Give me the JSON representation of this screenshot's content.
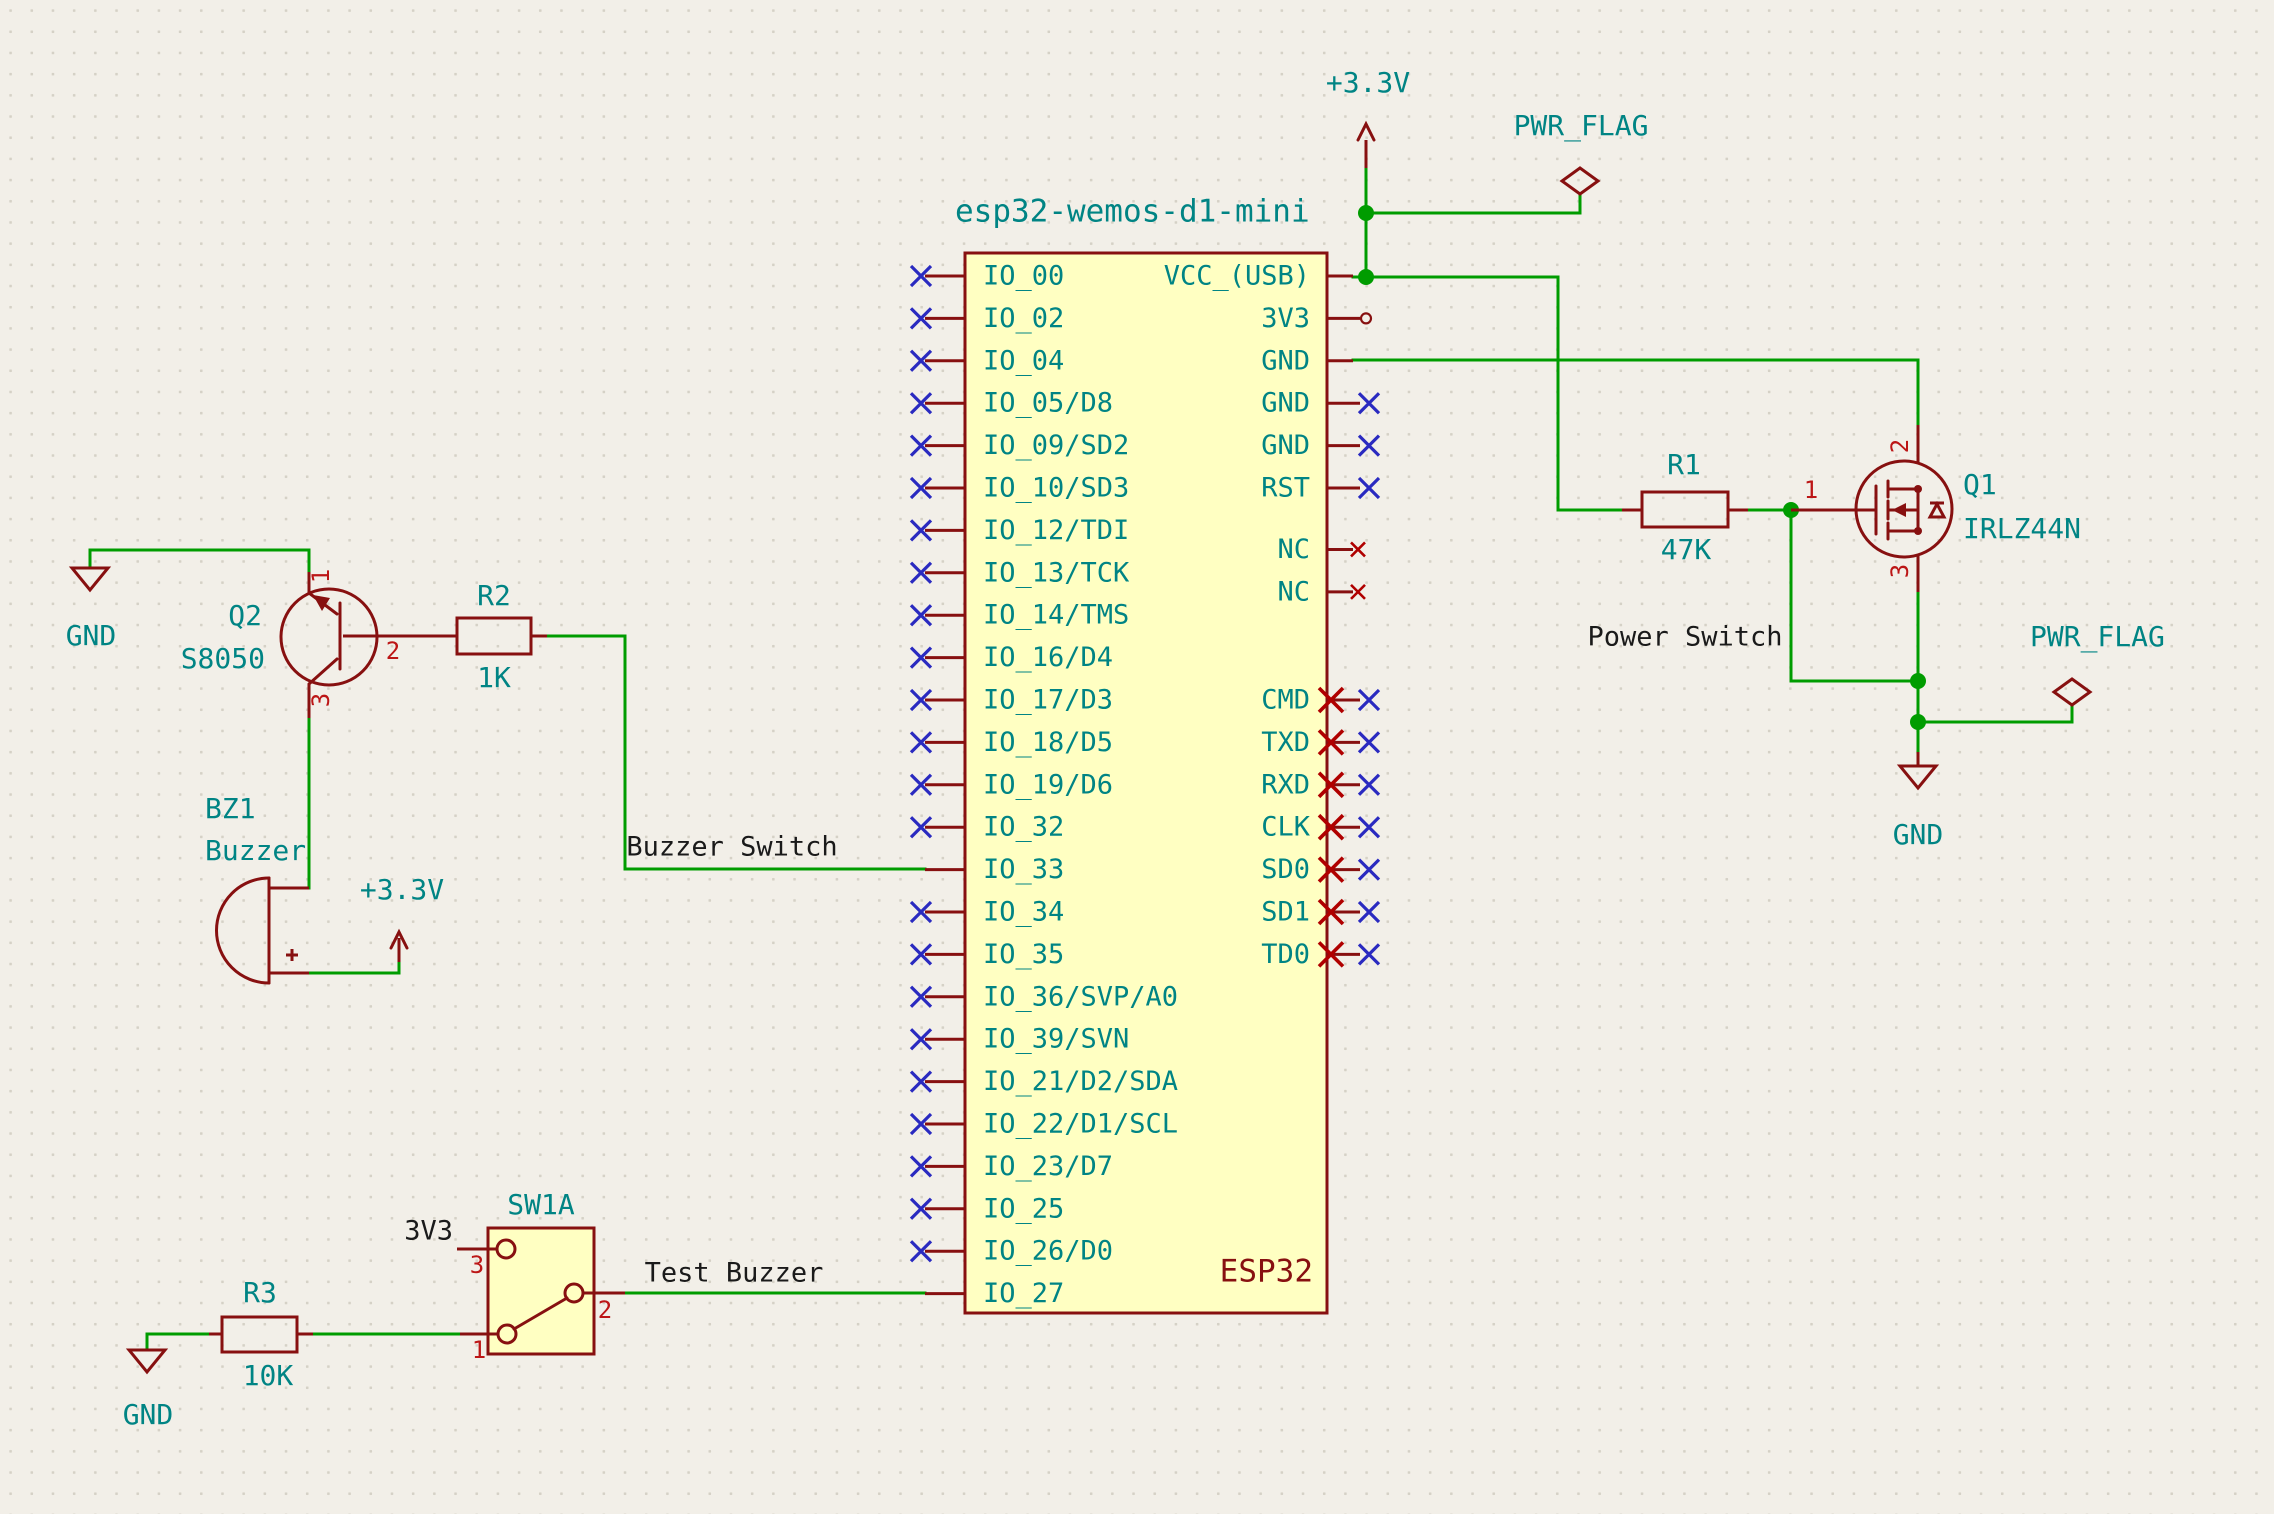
{
  "title": "esp32-wemos-d1-mini",
  "mcu": {
    "value": "ESP32",
    "left_pins": [
      {
        "name": "IO_00",
        "connected": false
      },
      {
        "name": "IO_02",
        "connected": false
      },
      {
        "name": "IO_04",
        "connected": false
      },
      {
        "name": "IO_05/D8",
        "connected": false
      },
      {
        "name": "IO_09/SD2",
        "connected": false
      },
      {
        "name": "IO_10/SD3",
        "connected": false
      },
      {
        "name": "IO_12/TDI",
        "connected": false
      },
      {
        "name": "IO_13/TCK",
        "connected": false
      },
      {
        "name": "IO_14/TMS",
        "connected": false
      },
      {
        "name": "IO_16/D4",
        "connected": false
      },
      {
        "name": "IO_17/D3",
        "connected": false
      },
      {
        "name": "IO_18/D5",
        "connected": false
      },
      {
        "name": "IO_19/D6",
        "connected": false
      },
      {
        "name": "IO_32",
        "connected": false
      },
      {
        "name": "IO_33",
        "connected": true
      },
      {
        "name": "IO_34",
        "connected": false
      },
      {
        "name": "IO_35",
        "connected": false
      },
      {
        "name": "IO_36/SVP/A0",
        "connected": false
      },
      {
        "name": "IO_39/SVN",
        "connected": false
      },
      {
        "name": "IO_21/D2/SDA",
        "connected": false
      },
      {
        "name": "IO_22/D1/SCL",
        "connected": false
      },
      {
        "name": "IO_23/D7",
        "connected": false
      },
      {
        "name": "IO_25",
        "connected": false
      },
      {
        "name": "IO_26/D0",
        "connected": false
      },
      {
        "name": "IO_27",
        "connected": true
      }
    ],
    "right_pins": [
      {
        "name": "VCC_(USB)",
        "row": 0,
        "marker": "wire"
      },
      {
        "name": "3V3",
        "row": 1,
        "marker": "open-circle"
      },
      {
        "name": "GND",
        "row": 2,
        "marker": "wire"
      },
      {
        "name": "GND",
        "row": 3,
        "marker": "blue-x"
      },
      {
        "name": "GND",
        "row": 4,
        "marker": "blue-x"
      },
      {
        "name": "RST",
        "row": 5,
        "marker": "blue-x"
      },
      {
        "name": "NC",
        "row": 6.45,
        "marker": "nc-x"
      },
      {
        "name": "NC",
        "row": 7.45,
        "marker": "nc-x"
      },
      {
        "name": "CMD",
        "row": 10,
        "marker": "double-x"
      },
      {
        "name": "TXD",
        "row": 11,
        "marker": "double-x"
      },
      {
        "name": "RXD",
        "row": 12,
        "marker": "double-x"
      },
      {
        "name": "CLK",
        "row": 13,
        "marker": "double-x"
      },
      {
        "name": "SD0",
        "row": 14,
        "marker": "double-x"
      },
      {
        "name": "SD1",
        "row": 15,
        "marker": "double-x"
      },
      {
        "name": "TD0",
        "row": 16,
        "marker": "double-x"
      }
    ]
  },
  "components": {
    "q2": {
      "ref": "Q2",
      "value": "S8050",
      "pin1": "1",
      "pin2": "2",
      "pin3": "3"
    },
    "r2": {
      "ref": "R2",
      "value": "1K"
    },
    "bz1": {
      "ref": "BZ1",
      "value": "Buzzer",
      "polarity": "+"
    },
    "r1": {
      "ref": "R1",
      "value": "47K",
      "pin1": "1"
    },
    "q1": {
      "ref": "Q1",
      "value": "IRLZ44N",
      "pin2": "2",
      "pin3": "3"
    },
    "r3": {
      "ref": "R3",
      "value": "10K"
    },
    "sw1": {
      "ref": "SW1A",
      "pin1": "1",
      "pin2": "2",
      "pin3": "3"
    }
  },
  "power": {
    "v33_top": "+3.3V",
    "v33_buzzer": "+3.3V",
    "gnd_q2": "GND",
    "gnd_bottom_left": "GND",
    "gnd_right": "GND",
    "pwr_flag_top": "PWR_FLAG",
    "pwr_flag_right": "PWR_FLAG"
  },
  "labels": {
    "buzzer_switch": "Buzzer Switch",
    "test_buzzer": "Test Buzzer",
    "power_switch": "Power Switch",
    "v3v3": "3V3"
  },
  "colors": {
    "background": "#f2efe8",
    "grid_dot": "#d5d1c6",
    "symbol_outline": "#871010",
    "symbol_fill": "#ffffc2",
    "wire_green": "#009c00",
    "pin_name_teal": "#008484",
    "pin_number_red": "#bc1616",
    "no_connect_blue": "#2a2ac0",
    "erc_red": "#b00000",
    "label_black": "#1a1a1a"
  }
}
